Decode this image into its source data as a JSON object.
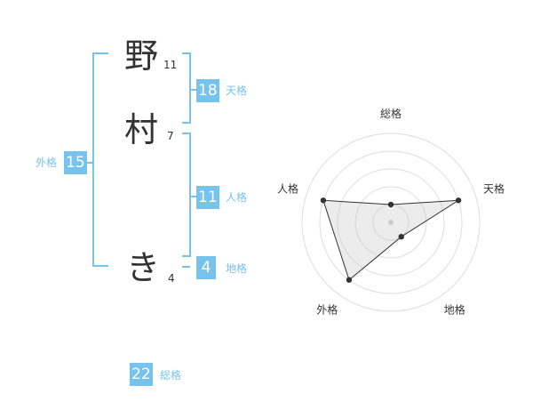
{
  "name": {
    "chars": [
      "野",
      "村",
      "き"
    ],
    "strokes": [
      "11",
      "7",
      "4"
    ]
  },
  "kakusu": {
    "tenkaku": {
      "value": "18",
      "label": "天格"
    },
    "jinkaku": {
      "value": "11",
      "label": "人格"
    },
    "chikaku": {
      "value": "4",
      "label": "地格"
    },
    "gaikaku": {
      "value": "15",
      "label": "外格"
    },
    "soukaku": {
      "value": "22",
      "label": "総格"
    }
  },
  "colors": {
    "accent": "#78c2ee",
    "text": "#333333",
    "grid": "#dddddd"
  },
  "chart_data": {
    "type": "radar",
    "axes": [
      "総格",
      "天格",
      "地格",
      "外格",
      "人格"
    ],
    "values": [
      1,
      4,
      1,
      4,
      4
    ],
    "rmax": 5,
    "rings": 5
  }
}
